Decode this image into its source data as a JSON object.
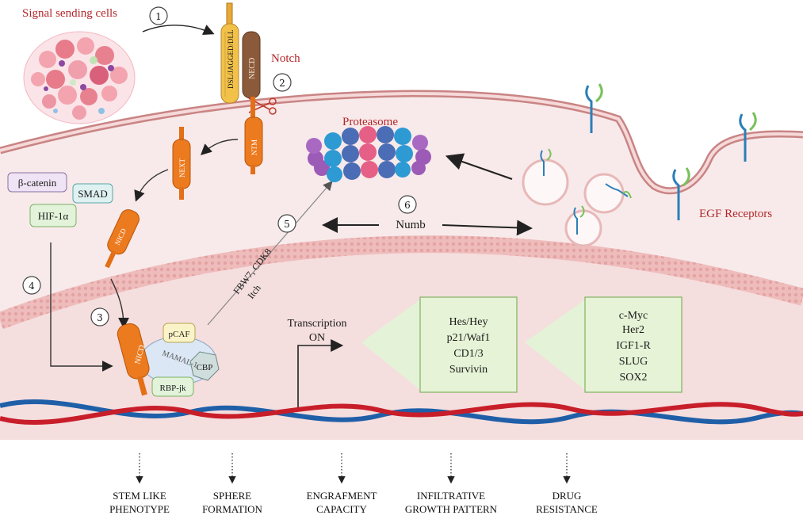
{
  "labels": {
    "signal_sending_cells": "Signal sending cells",
    "notch": "Notch",
    "dsl_ligand": "DSL/JAGGED/DLL",
    "necd": "NECD",
    "ntm": "NTM",
    "next": "NEXT",
    "nicd_free": "NICD",
    "nicd_bound": "NICD",
    "proteasome": "Proteasome",
    "egf_receptors": "EGF Receptors",
    "numb": "Numb",
    "fbw7_line1": "FBW7, CDK8",
    "fbw7_line2": "Itch",
    "beta_catenin": "β-catenin",
    "smad": "SMAD",
    "hif": "HIF-1α",
    "pcaf": "pCAF",
    "maml": "MAMAL-1",
    "cbp": "CBP",
    "rbp": "RBP-jk",
    "transcription_line1": "Transcription",
    "transcription_line2": "ON"
  },
  "steps": [
    "1",
    "2",
    "3",
    "4",
    "5",
    "6"
  ],
  "target_genes": [
    "Hes/Hey",
    "p21/Waf1",
    "CD1/3",
    "Survivin"
  ],
  "upstream_genes": [
    "c-Myc",
    "Her2",
    "IGF1-R",
    "SLUG",
    "SOX2"
  ],
  "outcomes": [
    {
      "line1": "STEM LIKE",
      "line2": "PHENOTYPE"
    },
    {
      "line1": "SPHERE",
      "line2": "FORMATION"
    },
    {
      "line1": "ENGRAFMENT",
      "line2": "CAPACITY"
    },
    {
      "line1": "INFILTRATIVE",
      "line2": "GROWTH PATTERN"
    },
    {
      "line1": "DRUG",
      "line2": "RESISTANCE"
    }
  ],
  "colors": {
    "cytoplasm": "#f7e6e6",
    "membrane": "#d48a8a",
    "nucleus": "#f4dada",
    "notch_orange": "#e8731a",
    "ligand_yellow": "#f1c24a",
    "necd_brown": "#8a5a3a",
    "dna_red": "#c81e2a",
    "dna_blue": "#1f5fa8",
    "green_box": "#e6f3d6",
    "label_red": "#b3262b"
  }
}
